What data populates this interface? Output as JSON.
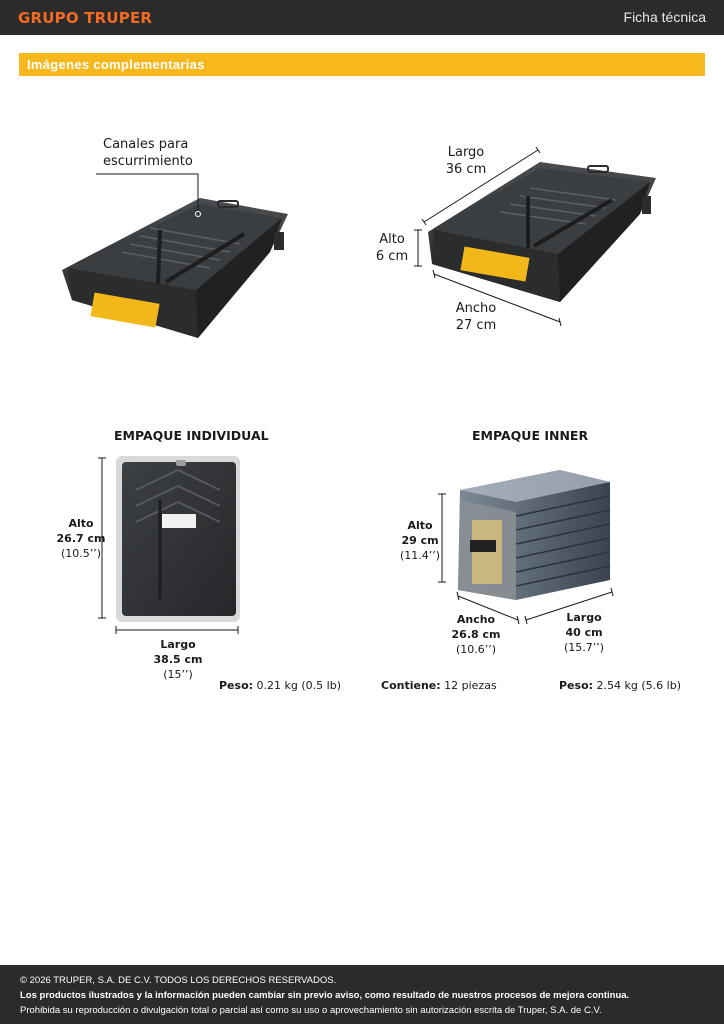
{
  "header": {
    "brand": "GRUPO TRUPER",
    "doc_type": "Ficha técnica"
  },
  "section": {
    "title": "Imágenes complementarias"
  },
  "product": {
    "callout_line1": "Canales para",
    "callout_line2": "escurrimiento",
    "largo_label": "Largo",
    "largo_value": "36 cm",
    "alto_label": "Alto",
    "alto_value": "6 cm",
    "ancho_label": "Ancho",
    "ancho_value": "27 cm"
  },
  "individual": {
    "heading": "EMPAQUE INDIVIDUAL",
    "alto_label": "Alto",
    "alto_value": "26.7 cm",
    "alto_inch": "(10.5’’)",
    "largo_label": "Largo",
    "largo_value": "38.5 cm",
    "largo_inch": "(15’’)",
    "peso_label": "Peso:",
    "peso_value": "0.21 kg (0.5 lb)"
  },
  "inner": {
    "heading": "EMPAQUE INNER",
    "alto_label": "Alto",
    "alto_value": "29 cm",
    "alto_inch": "(11.4’’)",
    "ancho_label": "Ancho",
    "ancho_value": "26.8 cm",
    "ancho_inch": "(10.6’’)",
    "largo_label": "Largo",
    "largo_value": "40 cm",
    "largo_inch": "(15.7’’)",
    "contiene_label": "Contiene:",
    "contiene_value": "12 piezas",
    "peso_label": "Peso:",
    "peso_value": "2.54 kg (5.6 lb)"
  },
  "footer": {
    "copyright": "© 2026 TRUPER, S.A. DE C.V. TODOS LOS DERECHOS RESERVADOS.",
    "notice": "Los productos ilustrados y la información pueden cambiar sin previo aviso, como resultado de nuestros procesos de mejora continua.",
    "legal": "Prohibida su reproducción o divulgación total o parcial así como su uso o aprovechamiento sin autorización escrita de Truper, S.A. de C.V."
  }
}
